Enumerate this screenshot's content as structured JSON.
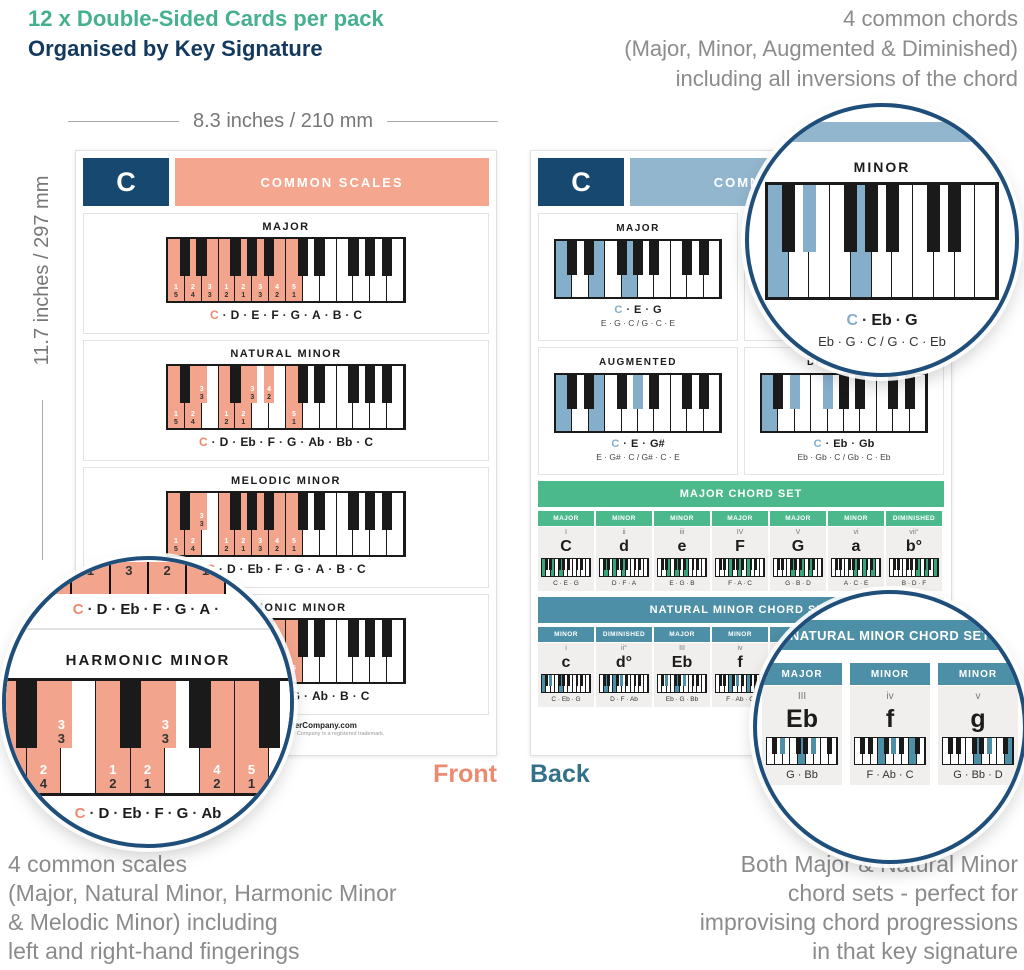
{
  "header": {
    "title_line1": "12 x Double-Sided Cards per pack",
    "title_line2": "Organised by Key Signature",
    "right_line1": "4 common chords",
    "right_line2": "(Major, Minor, Augmented & Diminished)",
    "right_line3": "including all inversions of the chord"
  },
  "dimensions": {
    "width_label": "8.3 inches / 210 mm",
    "height_label": "11.7 inches / 297 mm"
  },
  "labels": {
    "front": "Front",
    "back": "Back"
  },
  "captions": {
    "left_lines": [
      "4 common scales",
      "(Major, Natural Minor, Harmonic Minor",
      "& Melodic Minor) including",
      "left and right-hand fingerings"
    ],
    "right_lines": [
      "Both Major & Natural Minor",
      "chord sets - perfect for",
      "improvising chord progressions",
      "in that key signature"
    ]
  },
  "front_card": {
    "key_letter": "C",
    "header": "COMMON SCALES",
    "scales": [
      {
        "title": "MAJOR",
        "notes": [
          "C",
          "D",
          "E",
          "F",
          "G",
          "A",
          "B",
          "C"
        ],
        "kb": {
          "w": 14,
          "hl": "#f2a58c",
          "wh": [
            0,
            1,
            2,
            3,
            4,
            5,
            6,
            7
          ],
          "bh": [],
          "wf": {
            "0": [
              "1",
              "5"
            ],
            "1": [
              "2",
              "4"
            ],
            "2": [
              "3",
              "3"
            ],
            "3": [
              "1",
              "2"
            ],
            "4": [
              "2",
              "1"
            ],
            "5": [
              "3",
              "3"
            ],
            "6": [
              "4",
              "2"
            ],
            "7": [
              "5",
              "1"
            ]
          },
          "bf": {}
        }
      },
      {
        "title": "NATURAL MINOR",
        "notes": [
          "C",
          "D",
          "Eb",
          "F",
          "G",
          "Ab",
          "Bb",
          "C"
        ],
        "kb": {
          "w": 14,
          "hl": "#f2a58c",
          "wh": [
            0,
            1,
            3,
            4,
            7
          ],
          "bh": [
            1,
            4,
            5
          ],
          "wf": {
            "0": [
              "1",
              "5"
            ],
            "1": [
              "2",
              "4"
            ],
            "3": [
              "1",
              "2"
            ],
            "4": [
              "2",
              "1"
            ],
            "7": [
              "5",
              "1"
            ]
          },
          "bf": {
            "1": [
              "3",
              "3"
            ],
            "4": [
              "3",
              "3"
            ],
            "5": [
              "4",
              "2"
            ]
          }
        }
      },
      {
        "title": "MELODIC MINOR",
        "notes": [
          "C",
          "D",
          "Eb",
          "F",
          "G",
          "A",
          "B",
          "C"
        ],
        "kb": {
          "w": 14,
          "hl": "#f2a58c",
          "wh": [
            0,
            1,
            3,
            4,
            5,
            6,
            7
          ],
          "bh": [
            1
          ],
          "wf": {
            "0": [
              "1",
              "5"
            ],
            "1": [
              "2",
              "4"
            ],
            "3": [
              "1",
              "2"
            ],
            "4": [
              "2",
              "1"
            ],
            "5": [
              "3",
              "3"
            ],
            "6": [
              "4",
              "2"
            ],
            "7": [
              "5",
              "1"
            ]
          },
          "bf": {
            "1": [
              "3",
              "3"
            ]
          }
        }
      },
      {
        "title": "HARMONIC MINOR",
        "notes": [
          "C",
          "D",
          "Eb",
          "F",
          "G",
          "Ab",
          "B",
          "C"
        ],
        "kb": {
          "w": 14,
          "hl": "#f2a58c",
          "wh": [
            0,
            1,
            3,
            4,
            6,
            7
          ],
          "bh": [
            1,
            4
          ],
          "wf": {
            "0": [
              "1",
              "5"
            ],
            "1": [
              "2",
              "4"
            ],
            "3": [
              "1",
              "2"
            ],
            "4": [
              "2",
              "1"
            ],
            "6": [
              "4",
              "2"
            ],
            "7": [
              "5",
              "1"
            ]
          },
          "bf": {
            "1": [
              "3",
              "3"
            ],
            "4": [
              "3",
              "3"
            ]
          }
        }
      }
    ],
    "footer_site": "TheReallyUsefulPosterCompany.com",
    "footer_legal": "All rights reserved. The Really Useful Poster Company is a registered trademark."
  },
  "back_card": {
    "key_letter": "C",
    "header": "COMMON CHORDS",
    "chords": [
      {
        "title": "MAJOR",
        "notes": [
          "C",
          "E",
          "G"
        ],
        "inversions": "E · G · C / G · C · E",
        "kb": {
          "w": 10,
          "hl": "#85aecb",
          "wh": [
            0,
            2,
            4
          ],
          "bh": []
        }
      },
      {
        "title": "MINOR",
        "notes": [
          "C",
          "Eb",
          "G"
        ],
        "inversions": "Eb · G · C / G · C · Eb",
        "kb": {
          "w": 10,
          "hl": "#85aecb",
          "wh": [
            0,
            4
          ],
          "bh": [
            1
          ]
        }
      },
      {
        "title": "AUGMENTED",
        "notes": [
          "C",
          "E",
          "G#"
        ],
        "inversions": "E · G# · C / G# · C · E",
        "kb": {
          "w": 10,
          "hl": "#85aecb",
          "wh": [
            0,
            2
          ],
          "bh": [
            4
          ]
        }
      },
      {
        "title": "DIMINISHED",
        "notes": [
          "C",
          "Eb",
          "Gb"
        ],
        "inversions": "Eb · Gb · C / Gb · C · Eb",
        "kb": {
          "w": 10,
          "hl": "#85aecb",
          "wh": [
            0
          ],
          "bh": [
            1,
            3
          ]
        }
      }
    ],
    "major_set": {
      "title": "MAJOR CHORD SET",
      "color": "#4cb98d",
      "columns": [
        {
          "quality": "MAJOR",
          "numeral": "I",
          "name": "C",
          "notes": "C · E · G",
          "kb": {
            "w": 11,
            "hl": "#3aa578",
            "wh": [
              0,
              2,
              4
            ],
            "bh": []
          }
        },
        {
          "quality": "MINOR",
          "numeral": "ii",
          "name": "d",
          "notes": "D · F · A",
          "kb": {
            "w": 11,
            "hl": "#3aa578",
            "wh": [
              1,
              3,
              5
            ],
            "bh": []
          }
        },
        {
          "quality": "MINOR",
          "numeral": "iii",
          "name": "e",
          "notes": "E · G · B",
          "kb": {
            "w": 11,
            "hl": "#3aa578",
            "wh": [
              2,
              4,
              6
            ],
            "bh": []
          }
        },
        {
          "quality": "MAJOR",
          "numeral": "IV",
          "name": "F",
          "notes": "F · A · C",
          "kb": {
            "w": 11,
            "hl": "#3aa578",
            "wh": [
              3,
              5,
              7
            ],
            "bh": []
          }
        },
        {
          "quality": "MAJOR",
          "numeral": "V",
          "name": "G",
          "notes": "G · B · D",
          "kb": {
            "w": 11,
            "hl": "#3aa578",
            "wh": [
              4,
              6,
              8
            ],
            "bh": []
          }
        },
        {
          "quality": "MINOR",
          "numeral": "vi",
          "name": "a",
          "notes": "A · C · E",
          "kb": {
            "w": 11,
            "hl": "#3aa578",
            "wh": [
              5,
              7,
              9
            ],
            "bh": []
          }
        },
        {
          "quality": "DIMINISHED",
          "numeral": "vii°",
          "name": "b°",
          "notes": "B · D · F",
          "kb": {
            "w": 11,
            "hl": "#3aa578",
            "wh": [
              6,
              8,
              10
            ],
            "bh": []
          }
        }
      ]
    },
    "minor_set": {
      "title": "NATURAL MINOR CHORD SET",
      "color": "#4d8fa6",
      "columns": [
        {
          "quality": "MINOR",
          "numeral": "i",
          "name": "c",
          "notes": "C · Eb · G",
          "kb": {
            "w": 11,
            "hl": "#4d8fa6",
            "wh": [
              0,
              4
            ],
            "bh": [
              1
            ]
          }
        },
        {
          "quality": "DIMINISHED",
          "numeral": "ii°",
          "name": "d°",
          "notes": "D · F · Ab",
          "kb": {
            "w": 11,
            "hl": "#4d8fa6",
            "wh": [
              1,
              3
            ],
            "bh": [
              4
            ]
          }
        },
        {
          "quality": "MAJOR",
          "numeral": "III",
          "name": "Eb",
          "notes": "Eb · G · Bb",
          "kb": {
            "w": 11,
            "hl": "#4d8fa6",
            "wh": [
              4
            ],
            "bh": [
              1,
              5
            ]
          }
        },
        {
          "quality": "MINOR",
          "numeral": "iv",
          "name": "f",
          "notes": "F · Ab · C",
          "kb": {
            "w": 11,
            "hl": "#4d8fa6",
            "wh": [
              3,
              7
            ],
            "bh": [
              4
            ]
          }
        },
        {
          "quality": "MINOR",
          "numeral": "v",
          "name": "g",
          "notes": "G · Bb · D",
          "kb": {
            "w": 11,
            "hl": "#4d8fa6",
            "wh": [
              4,
              8
            ],
            "bh": [
              5
            ]
          }
        }
      ]
    }
  },
  "magnifiers": {
    "chord_zoom": {
      "title": "MINOR",
      "notes": [
        "C",
        "Eb",
        "G"
      ],
      "inversions": "Eb · G · C / G · C · Eb",
      "kb": {
        "w": 11,
        "hl": "#85aecb",
        "wh": [
          0,
          4
        ],
        "bh": [
          1
        ]
      }
    },
    "scale_zoom": {
      "context_fingerings": [
        "2",
        "1",
        "3",
        "2",
        "1"
      ],
      "context_notes": [
        "C",
        "D",
        "Eb",
        "F",
        "G",
        "A"
      ],
      "title": "HARMONIC MINOR",
      "notes": [
        "C",
        "D",
        "Eb",
        "F",
        "G",
        "Ab"
      ],
      "kb": {
        "w": 9,
        "hl": "#f2a58c",
        "wh": [
          0,
          1,
          3,
          4,
          6,
          7
        ],
        "bh": [
          1,
          4
        ],
        "wf": {
          "0": [
            "1",
            "5"
          ],
          "1": [
            "2",
            "4"
          ],
          "3": [
            "1",
            "2"
          ],
          "4": [
            "2",
            "1"
          ],
          "6": [
            "4",
            "2"
          ],
          "7": [
            "5",
            "1"
          ]
        },
        "bf": {
          "1": [
            "3",
            "3"
          ],
          "4": [
            "3",
            "3"
          ]
        }
      }
    },
    "set_zoom": {
      "title": "NATURAL MINOR CHORD SET",
      "columns": [
        {
          "quality": "MAJOR",
          "numeral": "III",
          "name": "Eb",
          "notes": "G · Bb",
          "kb": {
            "w": 9,
            "hl": "#4d8fa6",
            "wh": [
              4
            ],
            "bh": [
              1,
              5
            ]
          }
        },
        {
          "quality": "MINOR",
          "numeral": "iv",
          "name": "f",
          "notes": "F · Ab · C",
          "kb": {
            "w": 9,
            "hl": "#4d8fa6",
            "wh": [
              3,
              7
            ],
            "bh": [
              4
            ]
          }
        },
        {
          "quality": "MINOR",
          "numeral": "v",
          "name": "g",
          "notes": "G · Bb · D",
          "kb": {
            "w": 9,
            "hl": "#4d8fa6",
            "wh": [
              4,
              8
            ],
            "bh": [
              5
            ]
          }
        }
      ]
    }
  }
}
